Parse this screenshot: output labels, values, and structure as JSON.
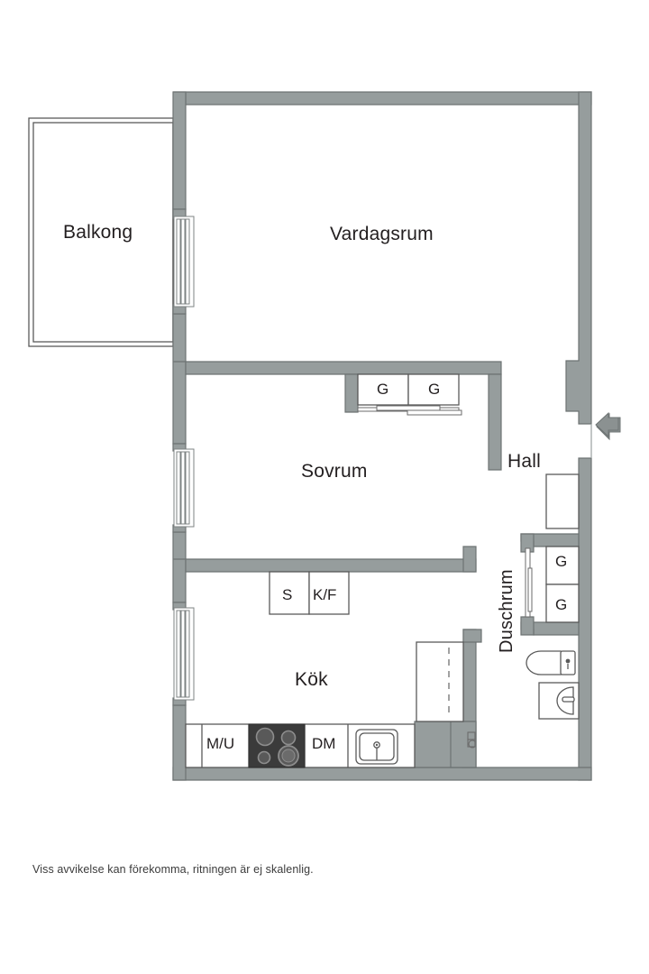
{
  "plan": {
    "type": "floor-plan",
    "language": "sv",
    "colors": {
      "wall": "#969d9d",
      "wall_outline": "#6d7373",
      "background": "#ffffff",
      "text": "#231f20",
      "fixture_outline": "#5a5a5a",
      "stove_plate": "#3b3b3b",
      "door_arrow": "#8b9191"
    },
    "rooms": [
      {
        "id": "balkong",
        "label": "Balkong"
      },
      {
        "id": "vardagsrum",
        "label": "Vardagsrum"
      },
      {
        "id": "sovrum",
        "label": "Sovrum"
      },
      {
        "id": "kok",
        "label": "Kök"
      },
      {
        "id": "hall",
        "label": "Hall"
      },
      {
        "id": "duschrum",
        "label": "Duschrum"
      }
    ],
    "cabinets": [
      {
        "id": "g1",
        "label": "G",
        "room": "vardagsrum"
      },
      {
        "id": "g2",
        "label": "G",
        "room": "vardagsrum"
      },
      {
        "id": "g3",
        "label": "G",
        "room": "hall"
      },
      {
        "id": "g4",
        "label": "G",
        "room": "hall"
      },
      {
        "id": "s",
        "label": "S",
        "room": "kok"
      },
      {
        "id": "kf",
        "label": "K/F",
        "room": "kok"
      },
      {
        "id": "mu",
        "label": "M/U",
        "room": "kok"
      },
      {
        "id": "dm",
        "label": "DM",
        "room": "kok"
      }
    ],
    "fixtures": [
      {
        "id": "stove",
        "name": "stove-cooktop"
      },
      {
        "id": "sink",
        "name": "kitchen-sink"
      },
      {
        "id": "toilet",
        "name": "toilet"
      },
      {
        "id": "basin",
        "name": "wash-basin"
      },
      {
        "id": "floor-drain",
        "name": "floor-drain"
      }
    ],
    "windows": [
      {
        "id": "win-living",
        "name": "balcony-door-window"
      },
      {
        "id": "win-bedroom",
        "name": "bedroom-window"
      },
      {
        "id": "win-kitchen",
        "name": "kitchen-window"
      }
    ],
    "entrance": {
      "name": "entrance-door-arrow",
      "direction": "left"
    },
    "disclaimer": "Viss avvikelse kan förekomma, ritningen är ej skalenlig."
  }
}
